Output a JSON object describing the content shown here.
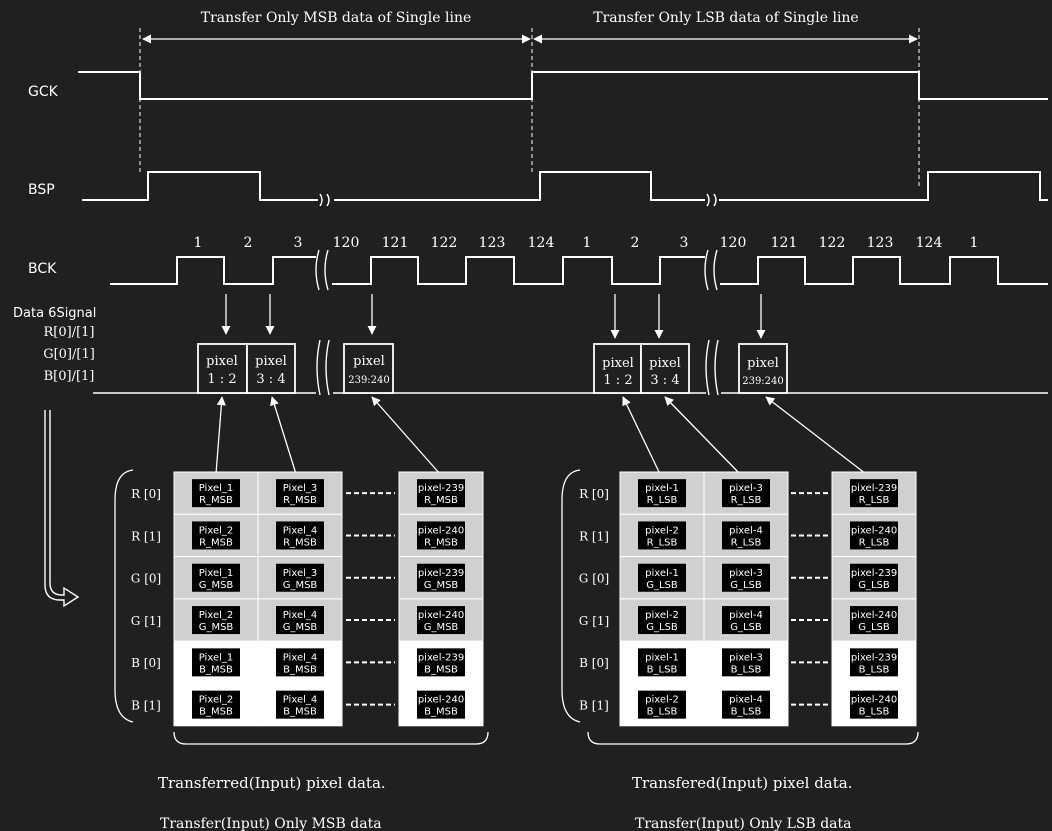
{
  "titles": {
    "msb": "Transfer Only MSB data of Single line",
    "lsb": "Transfer Only LSB data of  Single line"
  },
  "signals": {
    "gck": "GCK",
    "bsp": "BSP",
    "bck": "BCK",
    "data_lines": [
      "Data 6Signal",
      "R[0]/[1]",
      "G[0]/[1]",
      "B[0]/[1]"
    ]
  },
  "bck_numbers": {
    "msb": [
      "1",
      "2",
      "3",
      "120",
      "121",
      "122",
      "123",
      "124"
    ],
    "lsb": [
      "1",
      "2",
      "3",
      "120",
      "121",
      "122",
      "123",
      "124"
    ],
    "tail": "1"
  },
  "data_boxes": {
    "msb": [
      {
        "top": "pixel",
        "bottom": "1 : 2"
      },
      {
        "top": "pixel",
        "bottom": "3 : 4"
      },
      {
        "top": "pixel",
        "bottom": "239:240"
      }
    ],
    "lsb": [
      {
        "top": "pixel",
        "bottom": "1 : 2"
      },
      {
        "top": "pixel",
        "bottom": "3 : 4"
      },
      {
        "top": "pixel",
        "bottom": "239:240"
      }
    ]
  },
  "row_labels": [
    "R [0]",
    "R [1]",
    "G [0]",
    "G [1]",
    "B [0]",
    "B [1]"
  ],
  "msb_table": [
    [
      "Pixel_1|R_MSB",
      "Pixel_3|R_MSB",
      "pixel-239|R_MSB"
    ],
    [
      "Pixel_2|R_MSB",
      "Pixel_4|R_MSB",
      "pixel-240|R_MSB"
    ],
    [
      "Pixel_1|G_MSB",
      "Pixel_3|G_MSB",
      "pixel-239|G_MSB"
    ],
    [
      "Pixel_2|G_MSB",
      "Pixel_4|G_MSB",
      "pixel-240|G_MSB"
    ],
    [
      "Pixel_1|B_MSB",
      "Pixel_4|B_MSB",
      "pixel-239|B_MSB"
    ],
    [
      "Pixel_2|B_MSB",
      "Pixel_4|B_MSB",
      "pixel-240|B_MSB"
    ]
  ],
  "lsb_table": [
    [
      "pixel-1|R_LSB",
      "pixel-3|R_LSB",
      "pixel-239|R_LSB"
    ],
    [
      "pixel-2|R_LSB",
      "pixel-4|R_LSB",
      "pixel-240|R_LSB"
    ],
    [
      "pixel-1|G_LSB",
      "pixel-3|G_LSB",
      "pixel-239|G_LSB"
    ],
    [
      "pixel-2|G_LSB",
      "pixel-4|G_LSB",
      "pixel-240|G_LSB"
    ],
    [
      "pixel-1|B_LSB",
      "pixel-3|B_LSB",
      "pixel-239|B_LSB"
    ],
    [
      "pixel-2|B_LSB",
      "pixel-4|B_LSB",
      "pixel-240|B_LSB"
    ]
  ],
  "captions": {
    "msb_1": "Transferred(Input) pixel data.",
    "msb_2": "Transfer(Input)  Only MSB data",
    "lsb_1": "Transfered(Input)  pixel data.",
    "lsb_2": "Transfer(Input)  Only LSB data"
  },
  "colors": {
    "background": "#202020",
    "line": "#ffffff",
    "cell_light": "#d0d0d0",
    "cell_white": "#ffffff",
    "chip": "#000000"
  }
}
